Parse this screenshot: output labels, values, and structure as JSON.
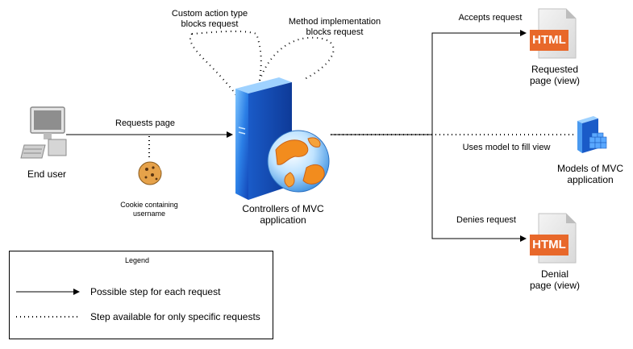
{
  "actors": {
    "end_user": "End user",
    "cookie": "Cookie containing\nusername",
    "controllers": "Controllers of MVC\napplication",
    "models": "Models of MVC\napplication",
    "requested_page": "Requested\npage (view)",
    "denial_page": "Denial\npage (view)"
  },
  "edges": {
    "requests_page": "Requests page",
    "custom_action": "Custom action type\nblocks request",
    "method_impl": "Method  implementation\nblocks request",
    "accepts": "Accepts request",
    "uses_model": "Uses model to fill view",
    "denies": "Denies request"
  },
  "badges": {
    "html_top": "HTML",
    "html_bottom": "HTML"
  },
  "legend": {
    "title": "Legend",
    "solid": "Possible step for each request",
    "dotted": "Step available for only specific requests"
  },
  "colors": {
    "html_badge": "#E8682A",
    "server_blue": "#1E6FD9",
    "globe_orange": "#F28C1E"
  }
}
